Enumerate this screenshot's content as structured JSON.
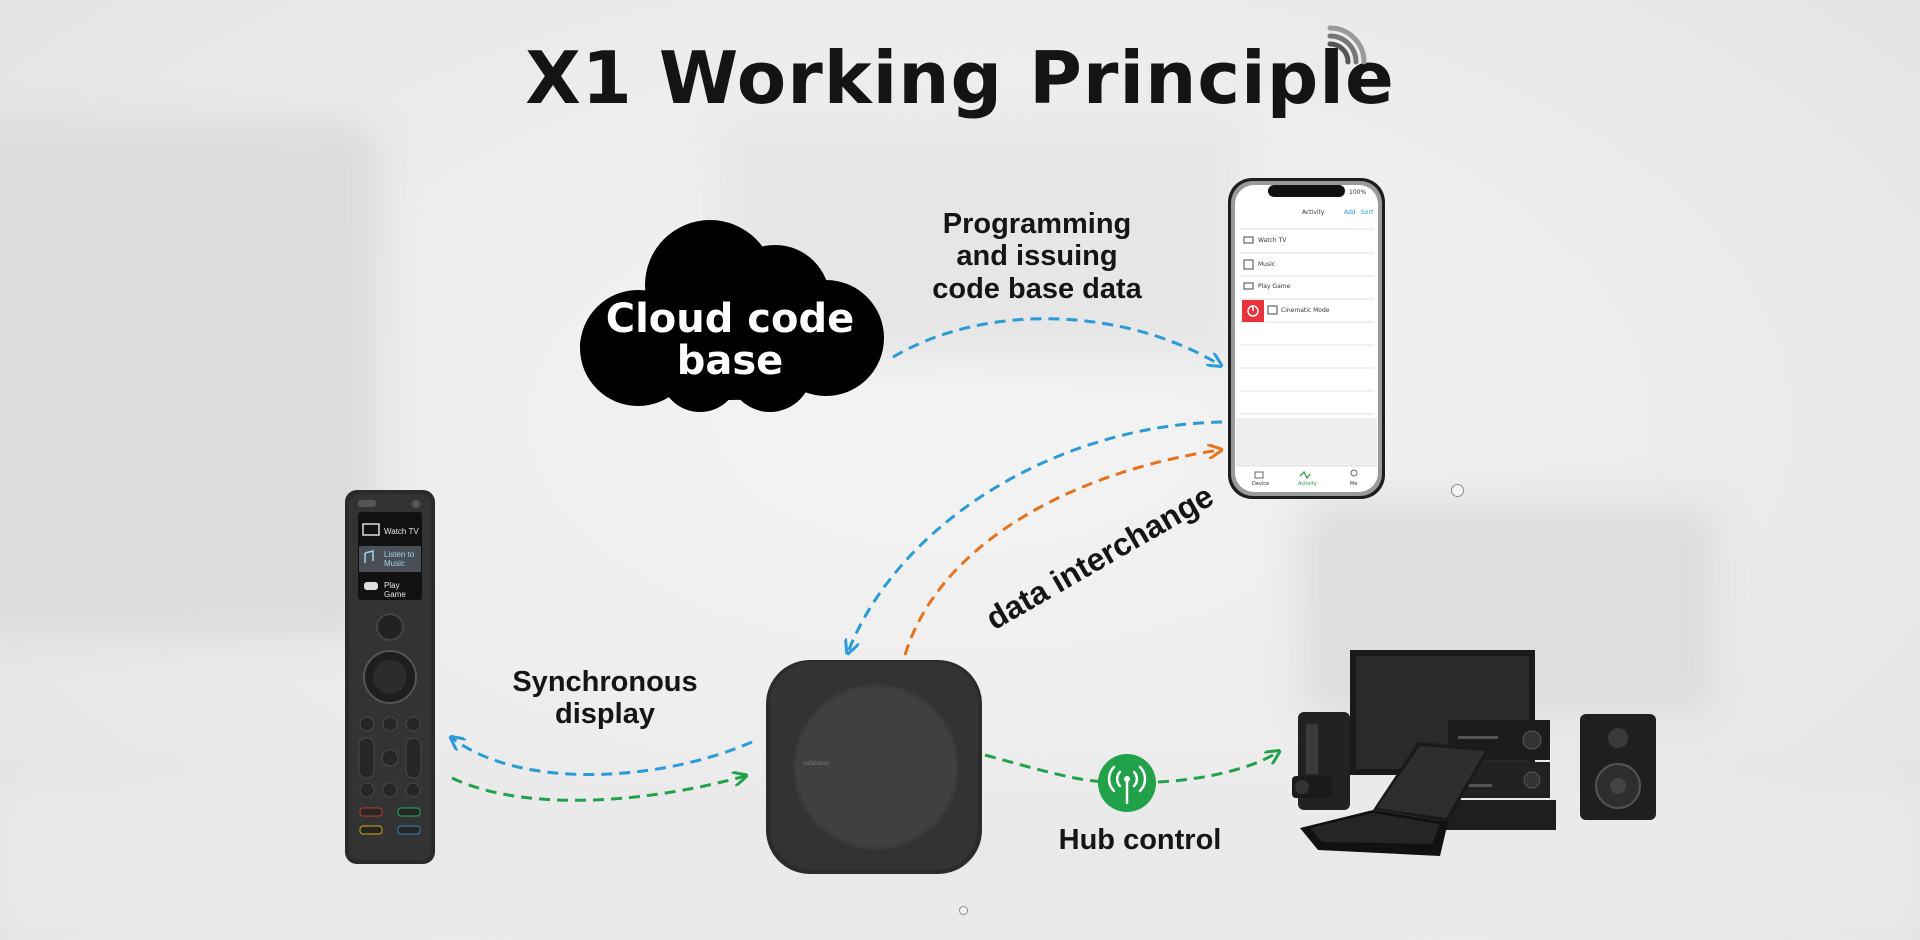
{
  "title": "X1 Working Principle",
  "cloud": {
    "line1": "Cloud code",
    "line2": "base"
  },
  "labels": {
    "programming": [
      "Programming",
      "and issuing",
      "code base data"
    ],
    "data_interchange": "data interchange",
    "synchronous": [
      "Synchronous",
      "display"
    ],
    "hub_control": "Hub control"
  },
  "phone": {
    "header_title": "Activity",
    "header_add": "Add",
    "header_sort": "Sort",
    "battery": "100%",
    "rows": [
      "Watch TV",
      "Music",
      "Play Game",
      "Cinematic Mode"
    ],
    "tabs": [
      "Device",
      "Activity",
      "Me"
    ]
  },
  "remote": {
    "items": [
      "Watch TV",
      "Listen to Music",
      "Play Game"
    ]
  },
  "hub": {
    "brand": "sofabaton"
  },
  "colors": {
    "blue": "#2b9ad8",
    "orange": "#e8711c",
    "green": "#21a14a"
  }
}
